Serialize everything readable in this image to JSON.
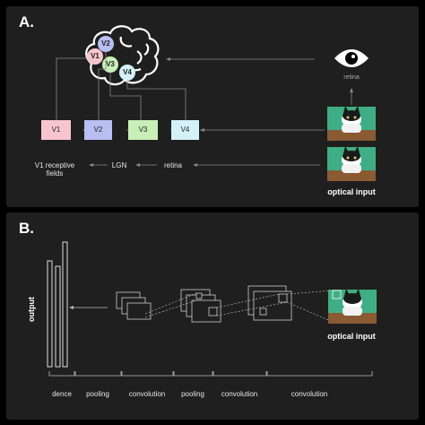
{
  "panel_a": {
    "label": "A.",
    "brain_areas": [
      "V1",
      "V2",
      "V3",
      "V4"
    ],
    "pathway_boxes": [
      "V1",
      "V2",
      "V3",
      "V4"
    ],
    "eye_label": "retina",
    "pathway_labels": {
      "v1_receptive_fields": "V1 receptive\nfields",
      "lgn": "LGN",
      "retina": "retina"
    },
    "input_label": "optical input",
    "colors": {
      "v1": "#f7c6cc",
      "v2": "#b9bff2",
      "v3": "#c9efb8",
      "v4": "#d4f1f7",
      "panel": "#1f1f1f",
      "image_bg": "#3fae86"
    }
  },
  "panel_b": {
    "label": "B.",
    "output_label": "output",
    "input_label": "optical input",
    "stages": [
      "dence",
      "pooling",
      "convolution",
      "pooling",
      "convolution",
      "convolution"
    ]
  }
}
